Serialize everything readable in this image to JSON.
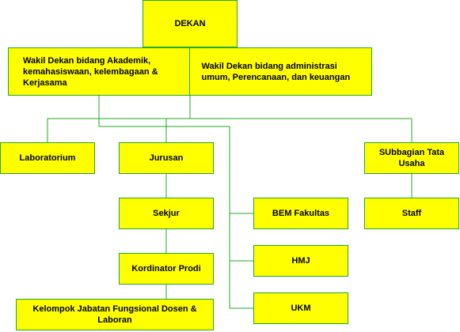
{
  "nodes": {
    "dekan": "DEKAN",
    "wakil_akademik": "Wakil Dekan bidang Akademik, kemahasiswaan, kelembagaan & Kerjasama",
    "wakil_administrasi": "Wakil Dekan bidang administrasi umum, Perencanaan, dan keuangan",
    "laboratorium": "Laboratorium",
    "jurusan": "Jurusan",
    "subbagian": "SUbbagian Tata Usaha",
    "sekjur": "Sekjur",
    "bem": "BEM Fakultas",
    "staff": "Staff",
    "hmj": "HMJ",
    "kordinator": "Kordinator Prodi",
    "ukm": "UKM",
    "kjf": "Kelompok Jabatan Fungsional Dosen & Laboran"
  },
  "colors": {
    "box_fill": "#ffff00",
    "box_border": "#22aa22",
    "connector": "#22aa22"
  }
}
